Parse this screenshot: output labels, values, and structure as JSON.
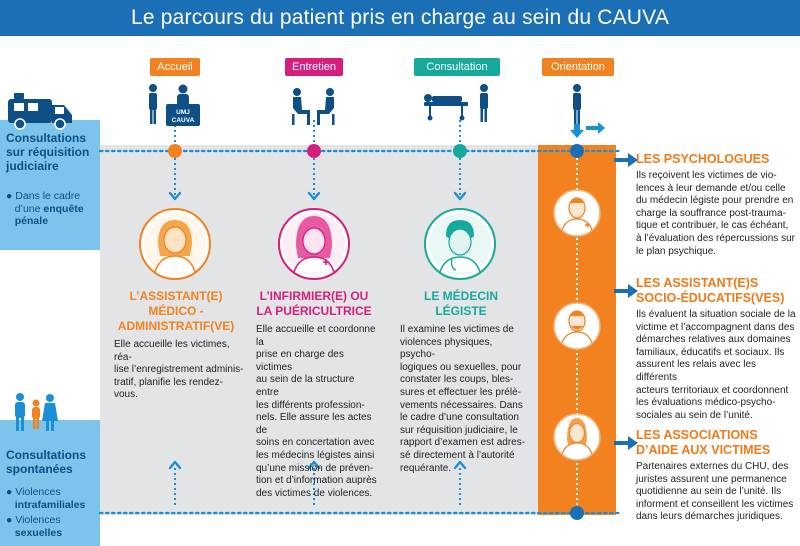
{
  "title": "Le parcours du patient pris en charge au sein du CAUVA",
  "stages": [
    {
      "label": "Accueil",
      "color": "#f2821f"
    },
    {
      "label": "Entretien",
      "color": "#d61f7d"
    },
    {
      "label": "Consultation",
      "color": "#17a99b"
    },
    {
      "label": "Orientation",
      "color": "#f2821f"
    }
  ],
  "umj_label_line1": "UMJ",
  "umj_label_line2": "CAUVA",
  "left_top": {
    "title_lines": [
      "Consultations",
      "sur réquisition",
      "judiciaire"
    ],
    "bullet_prefix": "Dans le cadre",
    "bullet_mid": "d’une ",
    "bullet_bold1": "enquête",
    "bullet_bold2": "pénale"
  },
  "left_bottom": {
    "title_lines": [
      "Consultations",
      "spontanées"
    ],
    "bullet1_prefix": "Violences",
    "bullet1_bold": "intrafamiliales",
    "bullet2_prefix": "Violences",
    "bullet2_bold": "sexuelles"
  },
  "columns": [
    {
      "title_lines": [
        "L’ASSISTANT(E)",
        "MÉDICO -",
        "ADMINISTRATIF(VE)"
      ],
      "color": "#f2821f",
      "text_lines": [
        "Elle accueille les victimes, réa-",
        "lise l’enregistrement adminis-",
        "tratif, planifie les rendez-vous."
      ]
    },
    {
      "title_lines": [
        "L’INFIRMIER(E) OU",
        "LA PUÉRICULTRICE"
      ],
      "color": "#d61f7d",
      "text_lines": [
        "Elle accueille et coordonne la",
        "prise en charge des victimes",
        "au sein de la structure entre",
        "les différents profession-",
        "nels. Elle assure les actes de",
        "soins en concertation avec",
        "les médecins légistes ainsi",
        "qu’une mission de préven-",
        "tion et d’information auprès",
        "des victimes de violences."
      ]
    },
    {
      "title_lines": [
        "LE MÉDECIN",
        "LÉGISTE"
      ],
      "color": "#17a99b",
      "text_lines": [
        "Il examine les victimes de",
        "violences physiques, psycho-",
        "logiques ou sexuelles, pour",
        "constater les coups, bles-",
        "sures et effectuer les prélè-",
        "vements nécessaires. Dans",
        "le cadre d’une consultation",
        "sur réquisition judiciaire, le",
        "rapport d’examen est adres-",
        "sé directement à l’autorité",
        "requérante."
      ]
    }
  ],
  "orientation": [
    {
      "title_lines": [
        "LES PSYCHOLOGUES"
      ],
      "text_lines": [
        "Ils reçoivent les victimes de vio-",
        "lences à leur demande et/ou celle",
        "du médecin légiste pour prendre en",
        "charge la souffrance post-trauma-",
        "tique et contribuer, le cas échéant,",
        "à l’évaluation des répercussions sur",
        "le plan psychique."
      ]
    },
    {
      "title_lines": [
        "LES ASSISTANT(E)S",
        "SOCIO-ÉDUCATIFS(VES)"
      ],
      "text_lines": [
        "Ils évaluent la situation sociale de la",
        "victime et l’accompagnent dans des",
        "démarches relatives aux domaines",
        "familiaux, éducatifs et sociaux. Ils",
        "assurent les relais avec les différents",
        "acteurs territoriaux et coordonnent",
        "les évaluations médico-psycho-",
        "sociales au sein de l’unité."
      ]
    },
    {
      "title_lines": [
        "LES ASSOCIATIONS",
        "D’AIDE AUX VICTIMES"
      ],
      "text_lines": [
        "Partenaires externes du CHU, des",
        "juristes assurent une permanence",
        "quotidienne au sein de l’unité. Ils",
        "informent et conseillent les victimes",
        "dans leurs démarches juridiques."
      ]
    }
  ],
  "colors": {
    "title_bar": "#1b6fb5",
    "dot_line": "#1b8fd6",
    "grey_zone": "#e3e4e6",
    "orange": "#f2821f",
    "light_blue": "#7cc4ec",
    "navy": "#0e4f85"
  },
  "icons": [
    "ambulance-icon",
    "family-icon",
    "standing-person-icon",
    "receptionist-icon",
    "seated-people-icon",
    "stretcher-patient-icon",
    "assistant-avatar-icon",
    "nurse-avatar-icon",
    "doctor-avatar-icon",
    "psychologist-avatar-icon",
    "educator-avatar-icon",
    "association-avatar-icon",
    "arrow-icon"
  ]
}
